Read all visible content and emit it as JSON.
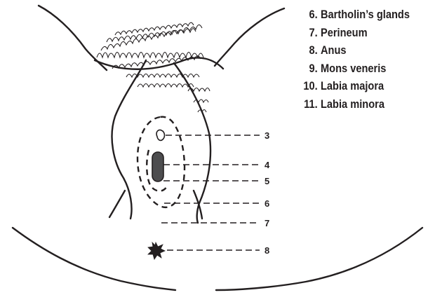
{
  "colors": {
    "ink": "#231f20",
    "fill_dark": "#4d4d4f",
    "background": "#ffffff"
  },
  "callouts": [
    {
      "id": "3",
      "label": "3"
    },
    {
      "id": "4",
      "label": "4"
    },
    {
      "id": "5",
      "label": "5"
    },
    {
      "id": "6",
      "label": "6"
    },
    {
      "id": "7",
      "label": "7"
    },
    {
      "id": "8",
      "label": "8"
    }
  ],
  "legend": [
    {
      "number": "6.",
      "label": "Bartholin’s glands"
    },
    {
      "number": "7.",
      "label": "Perineum"
    },
    {
      "number": "8.",
      "label": "Anus"
    },
    {
      "number": "9.",
      "label": "Mons veneris"
    },
    {
      "number": "10.",
      "label": "Labia majora"
    },
    {
      "number": "11.",
      "label": "Labia minora"
    }
  ]
}
